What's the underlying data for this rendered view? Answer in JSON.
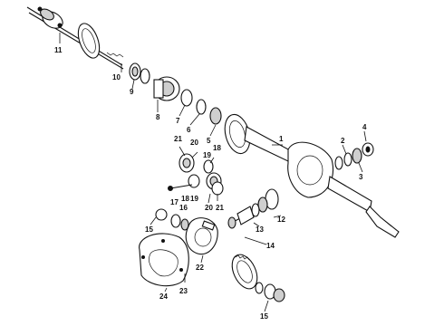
{
  "diagram": {
    "callouts": {
      "c1": "1",
      "c2": "2",
      "c3": "3",
      "c4": "4",
      "c5": "5",
      "c6": "6",
      "c7": "7",
      "c8": "8",
      "c9": "9",
      "c10": "10",
      "c11": "11",
      "c12": "12",
      "c13": "13",
      "c14": "14",
      "c15a": "15",
      "c15b": "15",
      "c16": "16",
      "c17": "17",
      "c18a": "18",
      "c18b": "18",
      "c19a": "19",
      "c19b": "19",
      "c20a": "20",
      "c20b": "20",
      "c21a": "21",
      "c21b": "21",
      "c22": "22",
      "c23": "23",
      "c24": "24"
    }
  }
}
